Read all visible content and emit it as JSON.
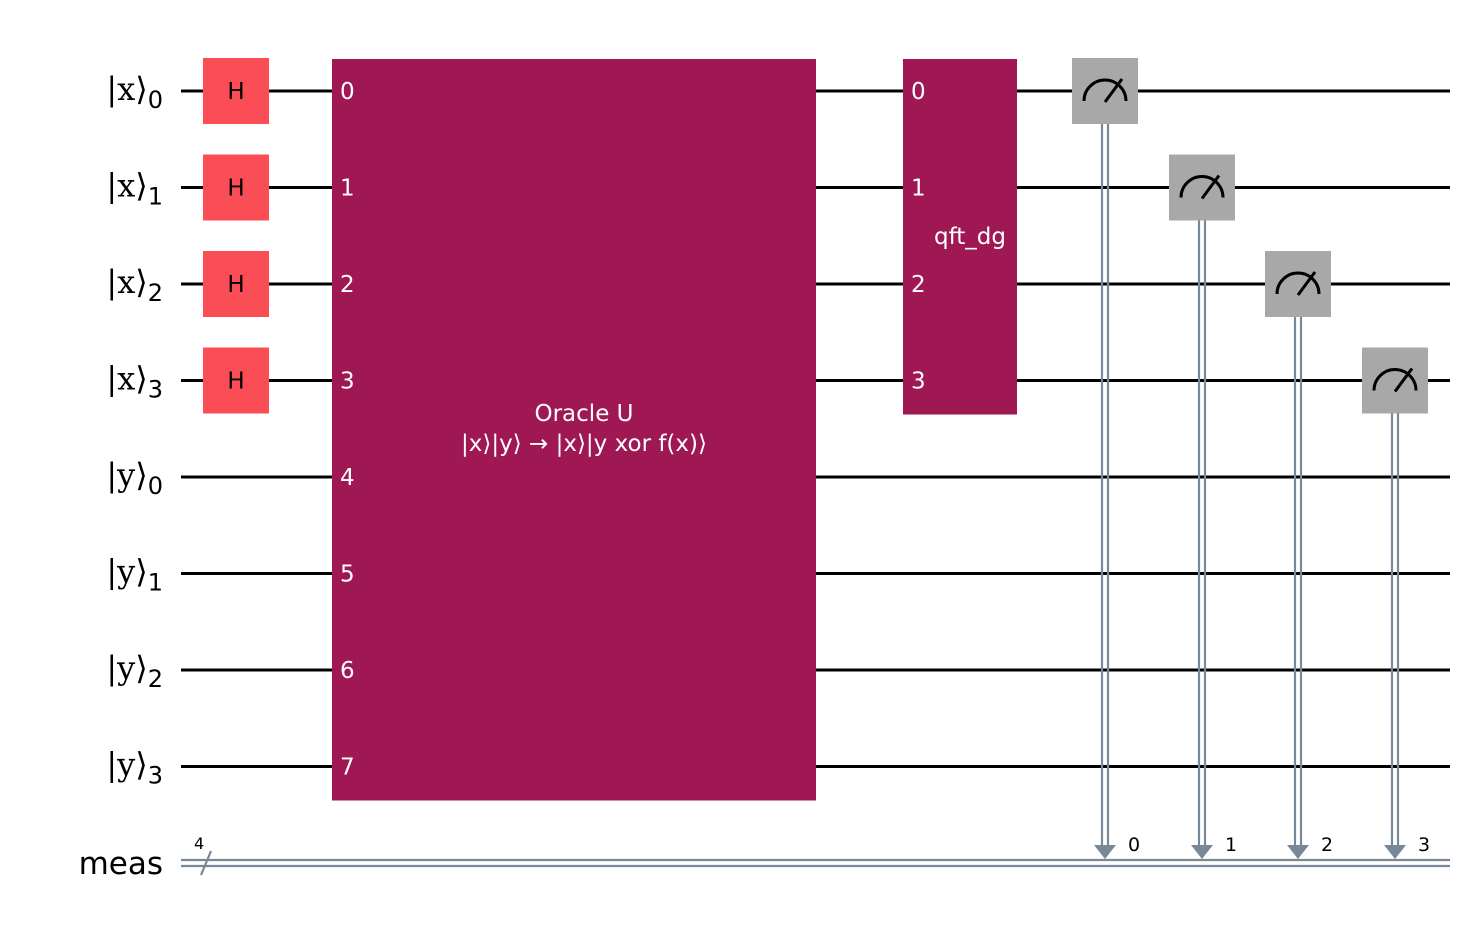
{
  "qubits": [
    {
      "label": "|x⟩",
      "index": "0"
    },
    {
      "label": "|x⟩",
      "index": "1"
    },
    {
      "label": "|x⟩",
      "index": "2"
    },
    {
      "label": "|x⟩",
      "index": "3"
    },
    {
      "label": "|y⟩",
      "index": "0"
    },
    {
      "label": "|y⟩",
      "index": "1"
    },
    {
      "label": "|y⟩",
      "index": "2"
    },
    {
      "label": "|y⟩",
      "index": "3"
    }
  ],
  "classical": {
    "label": "meas",
    "width": "4"
  },
  "h_gate": {
    "label": "H",
    "targets": [
      0,
      1,
      2,
      3
    ]
  },
  "oracle": {
    "title": "Oracle U",
    "subtitle": "|x⟩|y⟩ → |x⟩|y xor f(x)⟩",
    "ports": [
      "0",
      "1",
      "2",
      "3",
      "4",
      "5",
      "6",
      "7"
    ]
  },
  "qft": {
    "label": "qft_dg",
    "ports": [
      "0",
      "1",
      "2",
      "3"
    ]
  },
  "measurements": [
    {
      "qubit": 0,
      "bit": "0"
    },
    {
      "qubit": 1,
      "bit": "1"
    },
    {
      "qubit": 2,
      "bit": "2"
    },
    {
      "qubit": 3,
      "bit": "3"
    }
  ],
  "colors": {
    "wire": "#000000",
    "classical_wire": "#778899",
    "h_gate": "#fa4d56",
    "custom_gate": "#9f1853",
    "measure_gate": "#a8a8a8"
  }
}
